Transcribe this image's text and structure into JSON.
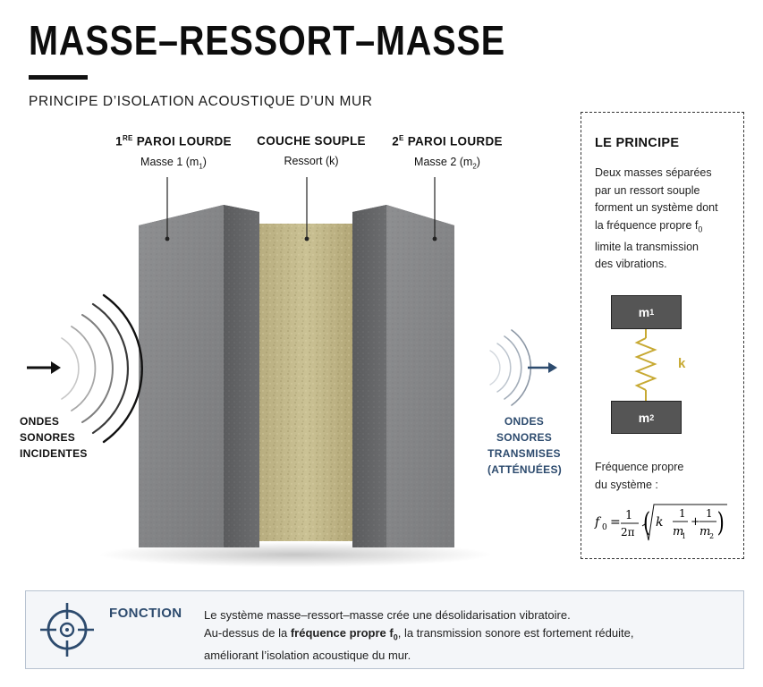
{
  "title": "MASSE–RESSORT–MASSE",
  "subtitle": "PRINCIPE D’ISOLATION ACOUSTIQUE D’UN MUR",
  "layers": [
    {
      "head_prefix": "1",
      "head_sup": "RE",
      "head_rest": " PAROI LOURDE",
      "sub_prefix": "Masse 1 (m",
      "sub_index": "1",
      "sub_suffix": ")"
    },
    {
      "head_prefix": "COUCHE SOUPLE",
      "head_sup": "",
      "head_rest": "",
      "sub_prefix": "Ressort (k)",
      "sub_index": "",
      "sub_suffix": ""
    },
    {
      "head_prefix": "2",
      "head_sup": "E",
      "head_rest": " PAROI LOURDE",
      "sub_prefix": "Masse 2 (m",
      "sub_index": "2",
      "sub_suffix": ")"
    }
  ],
  "waves": {
    "incident_lines": [
      "ONDES",
      "SONORES",
      "INCIDENTES"
    ],
    "transmitted_lines": [
      "ONDES",
      "SONORES",
      "TRANSMISES",
      "(ATTÉNUÉES)"
    ],
    "incident_color": "#111111",
    "transmitted_color": "#2d4b6e"
  },
  "principle": {
    "title": "LE PRINCIPE",
    "text_lines": [
      "Deux masses séparées",
      "par un ressort souple",
      "forment un système dont",
      "la fréquence propre f",
      "limite la transmission",
      "des vibrations."
    ],
    "freq_symbol_index": "0",
    "mass1_base": "m",
    "mass1_index": "1",
    "mass2_base": "m",
    "mass2_index": "2",
    "spring_label": "k",
    "spring_color": "#c7a932",
    "freq_label_lines": [
      "Fréquence propre",
      "du système :"
    ],
    "formula": {
      "lhs_base": "f",
      "lhs_index": "0",
      "one": "1",
      "two_pi": "2π",
      "k": "k",
      "m1_base": "m",
      "m1_index": "1",
      "m2_base": "m",
      "m2_index": "2",
      "plus": "+",
      "equals": "="
    }
  },
  "function": {
    "title": "FONCTION",
    "line1": "Le système masse–ressort–masse crée une désolidarisation vibratoire.",
    "line2_before": "Au-dessus de la ",
    "line2_bold": "fréquence propre f",
    "line2_bold_index": "0",
    "line2_after": ", la transmission sonore est fortement réduite,",
    "line3": "améliorant l’isolation acoustique du mur.",
    "accent_color": "#2d4b6e"
  }
}
